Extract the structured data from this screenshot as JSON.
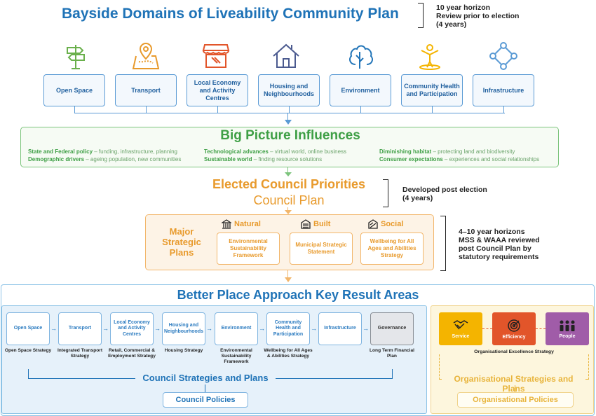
{
  "title": "Bayside Domains of Liveability Community Plan",
  "note_top": [
    "10 year horizon",
    "Review prior to election",
    "(4 years)"
  ],
  "domains": [
    {
      "label": "Open Space",
      "icon": "signpost-icon"
    },
    {
      "label": "Transport",
      "icon": "map-pin-icon"
    },
    {
      "label": "Local Economy and Activity Centres",
      "icon": "shopfront-icon"
    },
    {
      "label": "Housing and Neighbourhoods",
      "icon": "house-icon"
    },
    {
      "label": "Environment",
      "icon": "trees-icon"
    },
    {
      "label": "Community Health and Participation",
      "icon": "person-icon"
    },
    {
      "label": "Infrastructure",
      "icon": "network-icon"
    }
  ],
  "big_picture": {
    "title": "Big Picture Influences",
    "items": [
      {
        "bold": "State and Federal policy",
        "rest": " – funding, infrastructure, planning"
      },
      {
        "bold": "Demographic drivers",
        "rest": " – ageing population, new communities"
      },
      {
        "bold": "Technological advances",
        "rest": " – virtual world, online business"
      },
      {
        "bold": "Sustainable world",
        "rest": " – finding resource solutions"
      },
      {
        "bold": "Diminishing habitat",
        "rest": " – protecting land and biodiversity"
      },
      {
        "bold": "Consumer expectations",
        "rest": " – experiences and social relationships"
      }
    ]
  },
  "council_priorities": {
    "title": "Elected Council Priorities",
    "subtitle": "Council Plan",
    "note": [
      "Developed post election",
      "(4 years)"
    ]
  },
  "major_plans": {
    "label": [
      "Major",
      "Strategic",
      "Plans"
    ],
    "columns": [
      {
        "head": "Natural",
        "icon": "columns-building-icon",
        "item": "Environmental Sustainability Framework"
      },
      {
        "head": "Built",
        "icon": "building-icon",
        "item": "Municipal Strategic Statement"
      },
      {
        "head": "Social",
        "icon": "social-icon",
        "item": "Wellbeing for All Ages and Abilities Strategy"
      }
    ],
    "note": [
      "4–10 year horizons",
      "MSS & WAAA reviewed",
      "post Council Plan by",
      "statutory requirements"
    ]
  },
  "better_place": {
    "title": "Better Place Approach Key Result Areas",
    "kras": [
      {
        "label": "Open Space",
        "sub": "Open Space Strategy"
      },
      {
        "label": "Transport",
        "sub": "Integrated Transport Strategy"
      },
      {
        "label": "Local Economy and Activity Centres",
        "sub": "Retail, Commercial & Employment Strategy"
      },
      {
        "label": "Housing and Neighbourhoods",
        "sub": "Housing Strategy"
      },
      {
        "label": "Environment",
        "sub": "Environmental Sustainability Framework"
      },
      {
        "label": "Community Health and Participation",
        "sub": "Wellbeing for All Ages & Abilities Strategy"
      },
      {
        "label": "Infrastructure",
        "sub": ""
      },
      {
        "label": "Governance",
        "sub": "Long Term Financial Plan"
      }
    ],
    "org": [
      {
        "label": "Service",
        "icon": "handshake-icon",
        "color": "#f4b400"
      },
      {
        "label": "Efficiency",
        "icon": "target-icon",
        "color": "#e2552a"
      },
      {
        "label": "People",
        "icon": "people-icon",
        "color": "#a05ca8"
      }
    ],
    "org_strategy": "Organisational Excellence Strategy",
    "council_strategies": "Council Strategies and Plans",
    "council_policies": "Council Policies",
    "org_strategies": "Organisational Strategies and Plans",
    "org_policies": "Organisational Policies"
  },
  "colors": {
    "blue": "#1f73b7",
    "green": "#3e9f45",
    "orange": "#e89a2c",
    "yellow": "#e8b43b"
  }
}
